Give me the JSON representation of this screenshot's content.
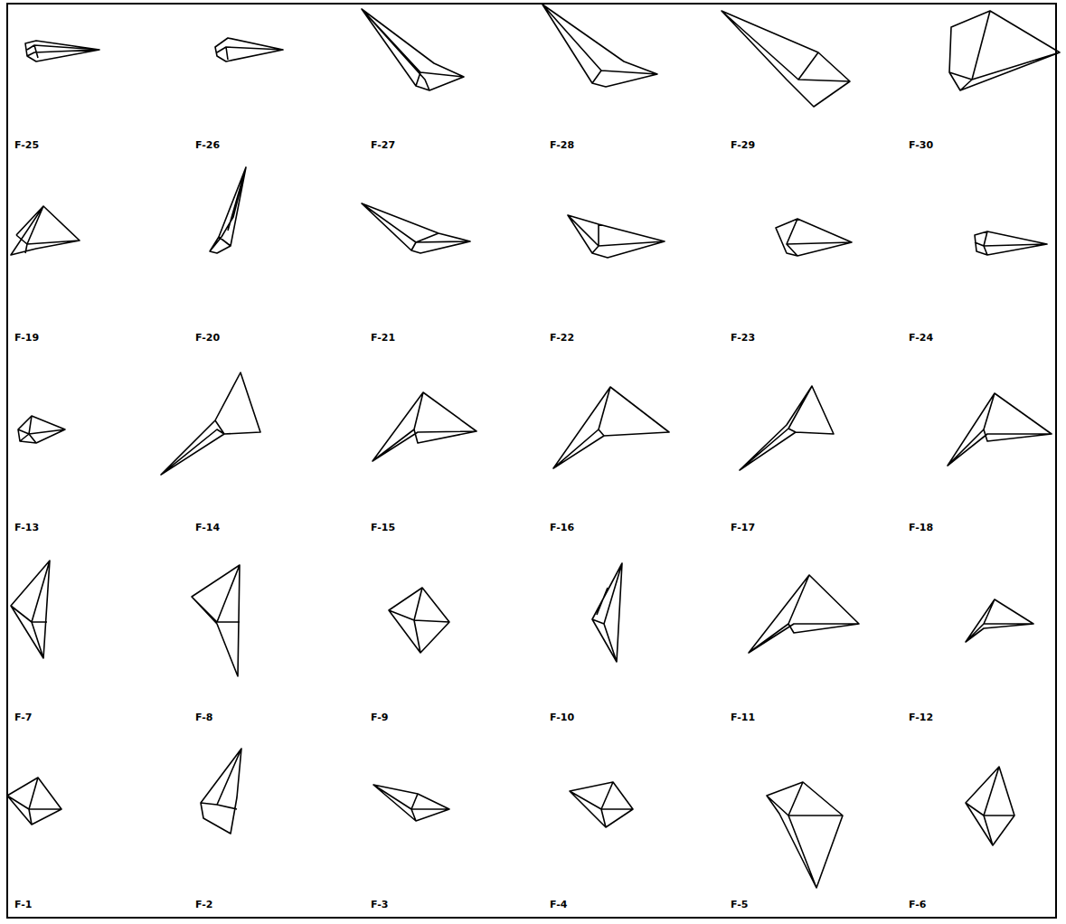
{
  "diagram": {
    "labels": [
      "F-25",
      "F-26",
      "F-27",
      "F-28",
      "F-29",
      "F-30",
      "F-19",
      "F-20",
      "F-21",
      "F-22",
      "F-23",
      "F-24",
      "F-13",
      "F-14",
      "F-15",
      "F-16",
      "F-17",
      "F-18",
      "F-7",
      "F-8",
      "F-9",
      "F-10",
      "F-11",
      "F-12",
      "F-1",
      "F-2",
      "F-3",
      "F-4",
      "F-5",
      "F-6"
    ]
  }
}
